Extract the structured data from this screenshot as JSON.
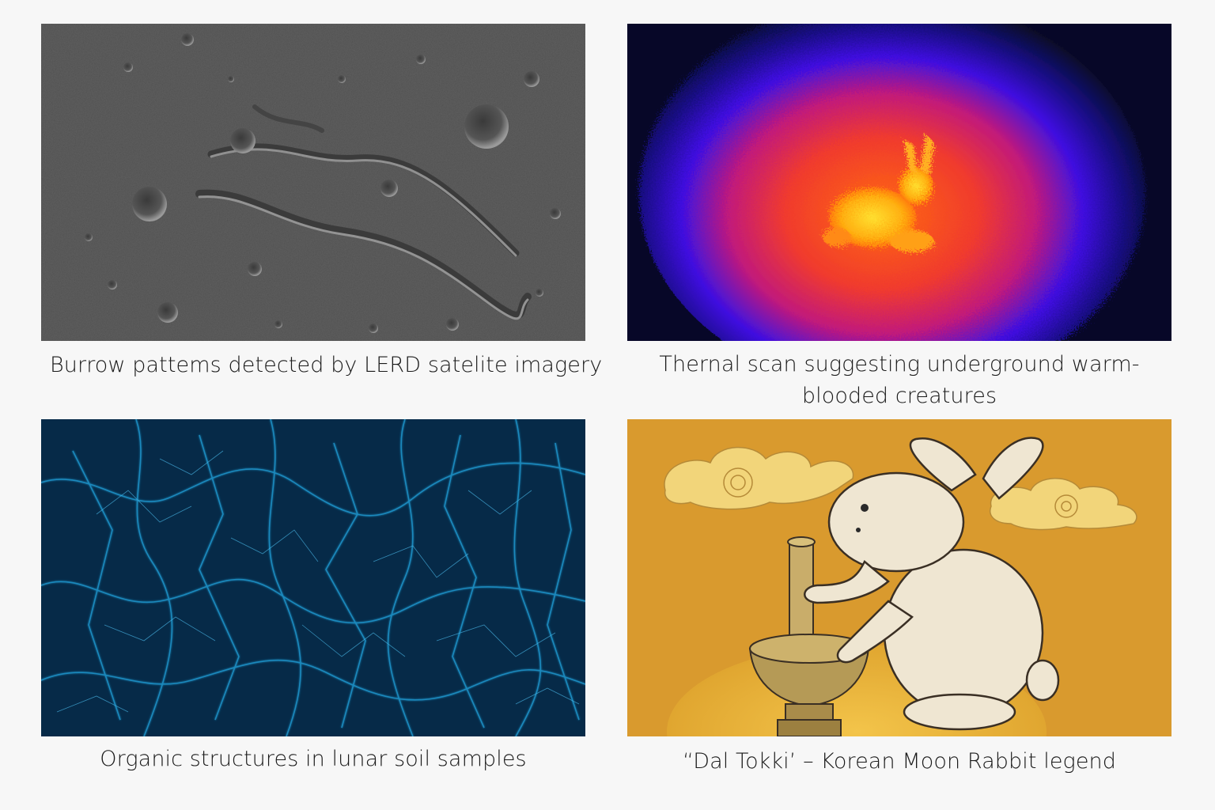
{
  "panels": [
    {
      "id": "lunar-surface",
      "caption": "Burrow pattems detected by LERD satelite imagery",
      "palette": {
        "base": "#5e5e5e",
        "light": "#8a8a8a",
        "dark": "#2f2f2f"
      }
    },
    {
      "id": "thermal-scan",
      "caption": "Thernal scan suggesting underground warm-blooded creatures",
      "palette": {
        "bg": "#0a0a3a",
        "mid": "#3a12d8",
        "warm": "#e8402a",
        "hot": "#ffb800"
      }
    },
    {
      "id": "organic-structures",
      "caption": "Organic structures in lunar soil samples",
      "palette": {
        "bg": "#062a4a",
        "filament": "#1f8fc4",
        "glow": "#49b6e6"
      }
    },
    {
      "id": "moon-rabbit",
      "caption": "“Dal Tokki’ – Korean Moon Rabbit legend",
      "palette": {
        "bg": "#d99a2e",
        "cloud": "#f2d57a",
        "rabbit": "#efe6d2",
        "mortar": "#b59a56",
        "outline": "#3a2f24"
      }
    }
  ]
}
